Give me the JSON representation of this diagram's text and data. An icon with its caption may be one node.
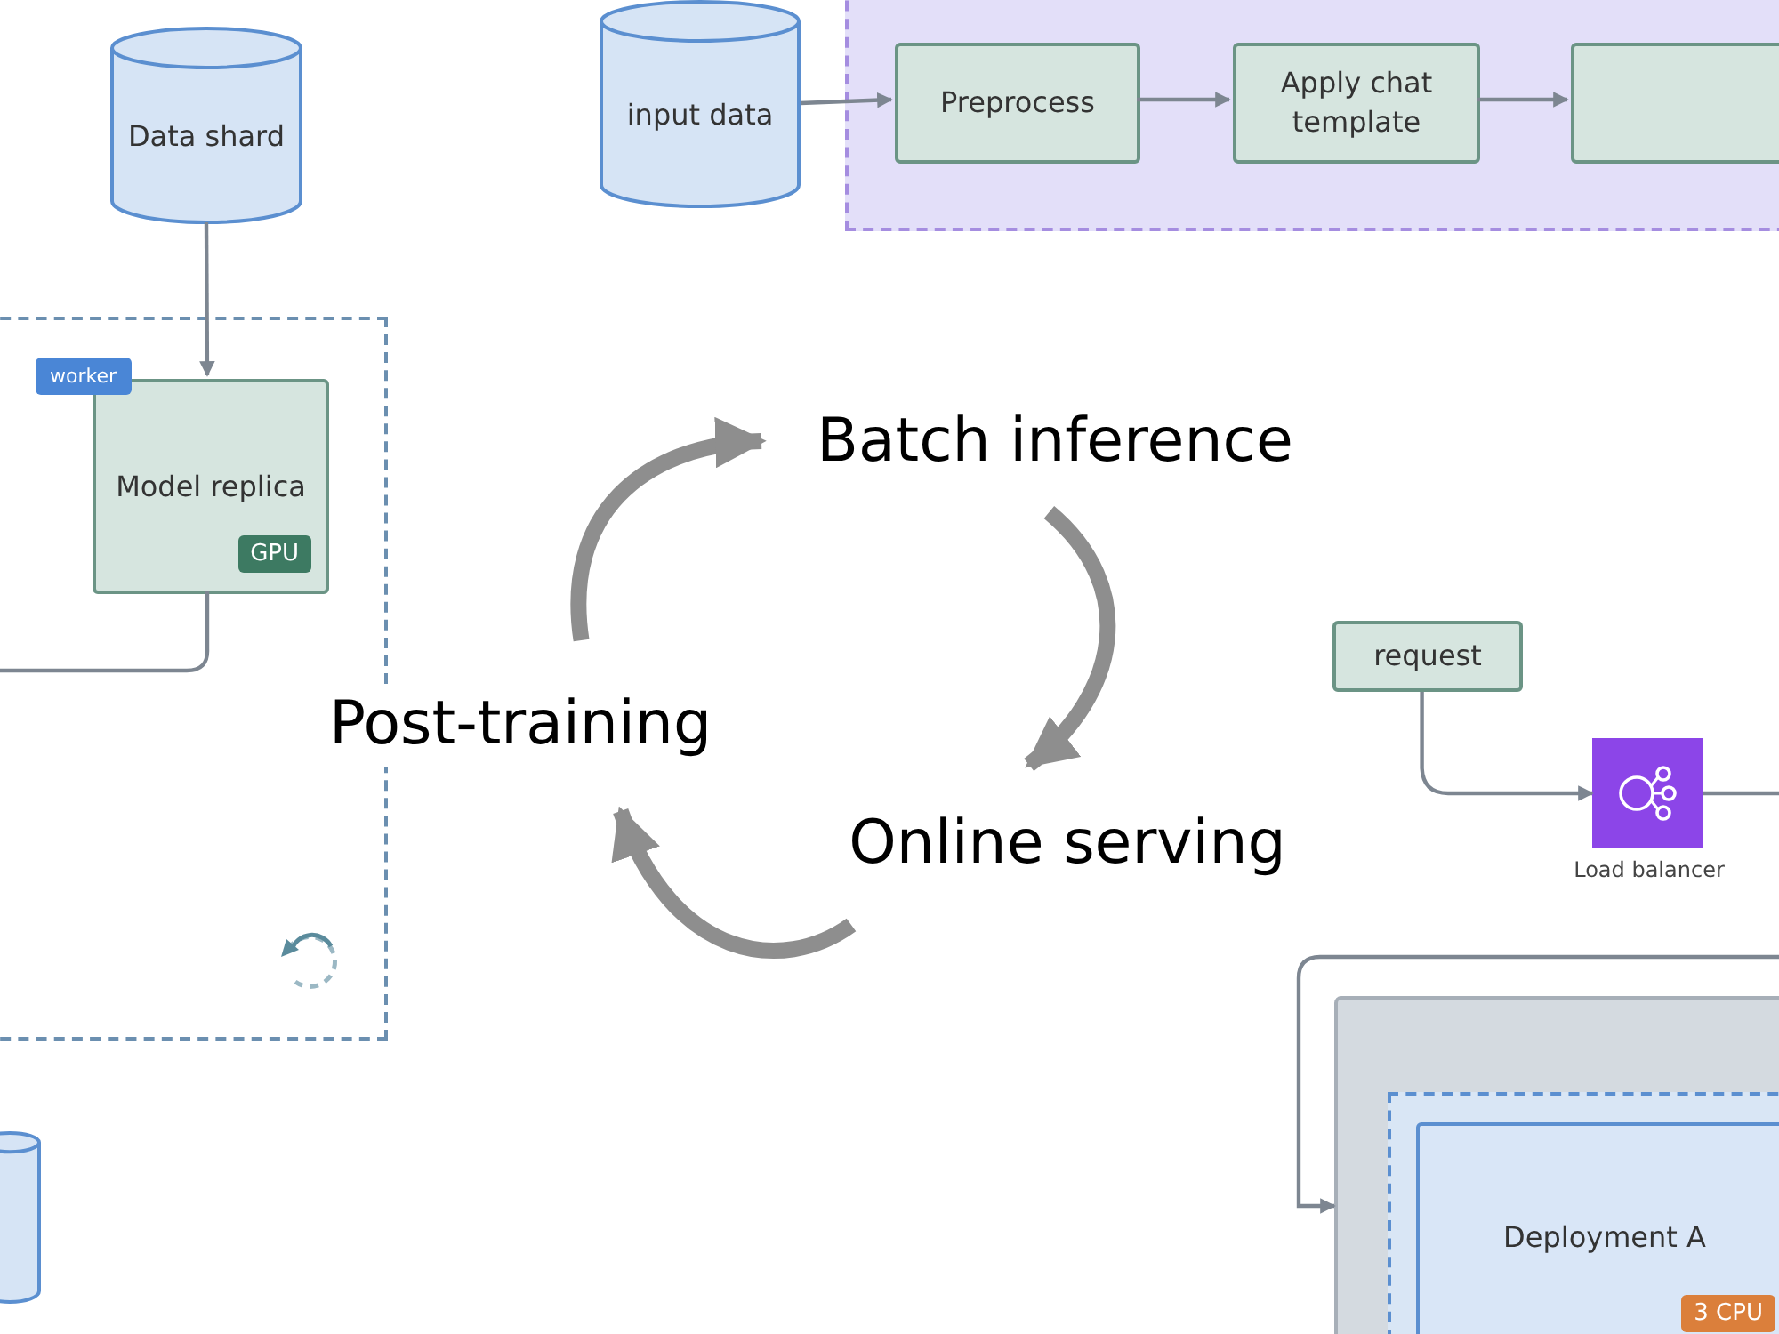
{
  "diagram": {
    "nodes": [
      {
        "text": [
          "Data shard"
        ]
      },
      {
        "text": [
          "input data"
        ]
      },
      {
        "text": [],
        "shape": "box"
      },
      {
        "text": [
          "Preprocess"
        ],
        "in": 2
      },
      {
        "text": [
          "Apply chat template"
        ],
        "in": 2
      },
      {
        "text": [],
        "shape": "box",
        "in": 2
      },
      {
        "text": [],
        "shape": "box"
      },
      {
        "text": [
          "Model replica",
          "GPU"
        ],
        "in": 6,
        "beside": [
          "worker"
        ]
      },
      {
        "text": [
          "Batch inference"
        ]
      },
      {
        "text": [
          "Online serving"
        ]
      },
      {
        "text": [
          "Post-training"
        ]
      },
      {
        "text": [
          "request"
        ]
      },
      {
        "text": [],
        "shape": "box",
        "beside": [
          "Load balancer"
        ]
      },
      {
        "text": [],
        "shape": "box"
      },
      {
        "text": [],
        "shape": "box",
        "in": 13
      },
      {
        "text": [
          "Deployment A",
          "3 CPU"
        ],
        "in": 14
      },
      {
        "text": [],
        "shape": "cylinder"
      }
    ],
    "edges": [
      {
        "from": 0,
        "to": 7,
        "arrow": "to"
      },
      {
        "from": 1,
        "to": 3,
        "arrow": "to"
      },
      {
        "from": 3,
        "to": 4,
        "arrow": "to"
      },
      {
        "from": 4,
        "to": 5,
        "arrow": "to"
      },
      {
        "from": 7,
        "to": null,
        "arrow": "none"
      },
      {
        "from": 10,
        "to": 8,
        "arrow": "to",
        "style": "thick",
        "color": "#8e8e8e"
      },
      {
        "from": 8,
        "to": 9,
        "arrow": "to",
        "style": "thick",
        "color": "#8e8e8e"
      },
      {
        "from": 9,
        "to": 10,
        "arrow": "to",
        "style": "thick",
        "color": "#8e8e8e"
      },
      {
        "from": 11,
        "to": 12,
        "arrow": "to"
      },
      {
        "from": 12,
        "to": null,
        "arrow": "none"
      },
      {
        "from": null,
        "to": 13,
        "arrow": "to"
      }
    ]
  }
}
